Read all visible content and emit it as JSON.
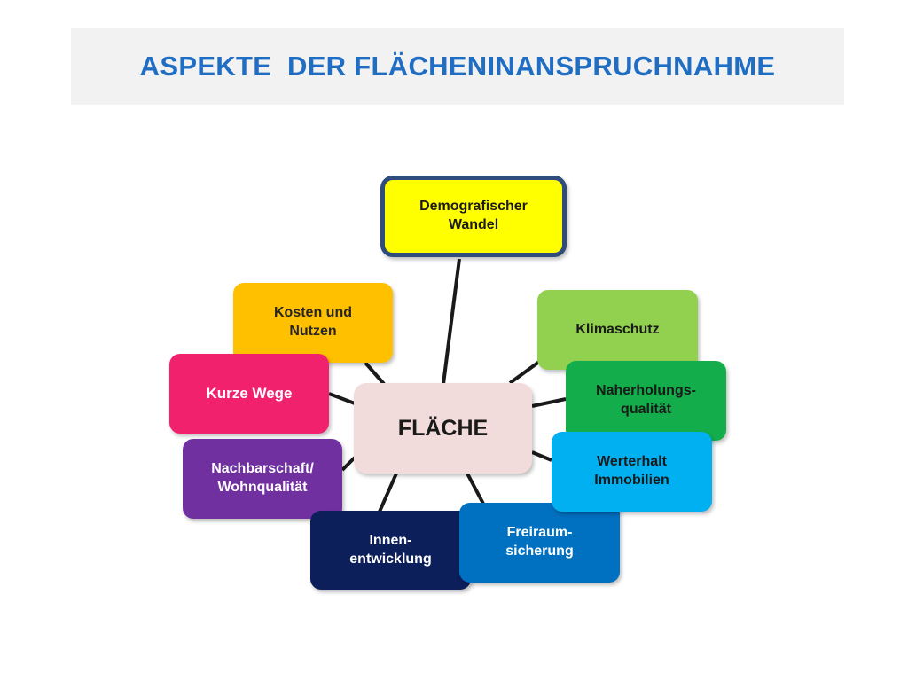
{
  "title": "ASPEKTE  DER FLÄCHENINANSPRUCHNAHME",
  "center": {
    "label": "FLÄCHE",
    "color": "#f2dcdb"
  },
  "aspects": {
    "demografie": {
      "label": "Demografischer\nWandel",
      "color": "#ffff00"
    },
    "kosten": {
      "label": "Kosten und\nNutzen",
      "color": "#ffc000"
    },
    "kurze_wege": {
      "label": "Kurze Wege",
      "color": "#f2216e"
    },
    "nachbarschaft": {
      "label": "Nachbarschaft/\nWohnqualität",
      "color": "#7030a0"
    },
    "innen": {
      "label": "Innen-\nentwicklung",
      "color": "#0c1f5b"
    },
    "freiraum": {
      "label": "Freiraum-\nsicherung",
      "color": "#0070c0"
    },
    "klima": {
      "label": "Klimaschutz",
      "color": "#92d050"
    },
    "naherholung": {
      "label": "Naherholungs-\nqualität",
      "color": "#13ad4b"
    },
    "werterhalt": {
      "label": "Werterhalt\nImmobilien",
      "color": "#00b0f0"
    }
  },
  "accent_colors": {
    "title": "#1f6ec4",
    "connector": "#1a1a1a"
  }
}
